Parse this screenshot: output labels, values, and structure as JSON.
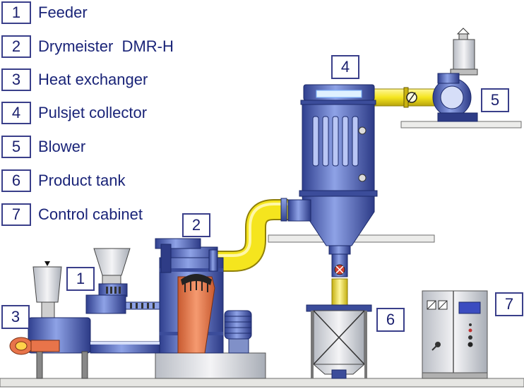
{
  "legend": [
    {
      "num": "1",
      "label": "Feeder"
    },
    {
      "num": "2",
      "label": "Drymeister  DMR-H"
    },
    {
      "num": "3",
      "label": "Heat exchanger"
    },
    {
      "num": "4",
      "label": "Pulsjet collector"
    },
    {
      "num": "5",
      "label": "Blower"
    },
    {
      "num": "6",
      "label": "Product tank"
    },
    {
      "num": "7",
      "label": "Control cabinet"
    }
  ],
  "callouts": [
    "1",
    "2",
    "3",
    "4",
    "5",
    "6",
    "7"
  ],
  "colors": {
    "text": "#1a2478",
    "box_border": "#3a3f8a",
    "equipment_blue": "#4a62c0",
    "duct_yellow": "#f5e51e",
    "heater_orange": "#e8744a",
    "platform_gray": "#e6e6e3"
  }
}
